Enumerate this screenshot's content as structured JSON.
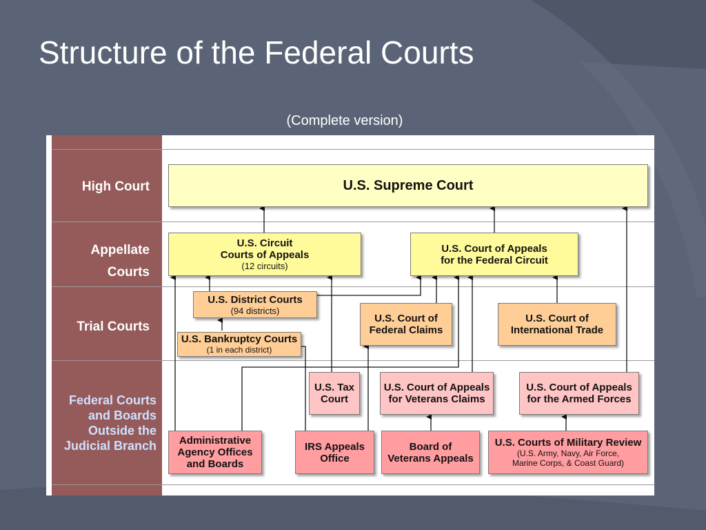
{
  "slide": {
    "title": "Structure of the Federal Courts",
    "subtitle": "(Complete version)"
  },
  "row_labels": {
    "high": "High Court",
    "appellate_1": "Appellate",
    "appellate_2": "Courts",
    "trial": "Trial Courts",
    "outside_1": "Federal Courts",
    "outside_2": "and Boards",
    "outside_3": "Outside the",
    "outside_4": "Judicial Branch"
  },
  "courts": {
    "supreme": {
      "title": "U.S. Supreme Court"
    },
    "circuit": {
      "title_1": "U.S. Circuit",
      "title_2": "Courts of Appeals",
      "note": "(12 circuits)"
    },
    "federal_circuit": {
      "title_1": "U.S. Court of Appeals",
      "title_2": "for the Federal Circuit"
    },
    "district": {
      "title": "U.S. District Courts",
      "note": "(94 districts)"
    },
    "bankruptcy": {
      "title": "U.S. Bankruptcy Courts",
      "note": "(1 in each district)"
    },
    "federal_claims": {
      "title_1": "U.S. Court of",
      "title_2": "Federal Claims"
    },
    "intl_trade": {
      "title_1": "U.S. Court of",
      "title_2": "International Trade"
    },
    "tax": {
      "title_1": "U.S. Tax",
      "title_2": "Court"
    },
    "veterans_claims": {
      "title_1": "U.S. Court of Appeals",
      "title_2": "for Veterans Claims"
    },
    "armed_forces": {
      "title_1": "U.S. Court of Appeals",
      "title_2": "for the Armed Forces"
    },
    "agency": {
      "title_1": "Administrative",
      "title_2": "Agency Offices",
      "title_3": "and Boards"
    },
    "irs": {
      "title_1": "IRS Appeals",
      "title_2": "Office"
    },
    "veterans_board": {
      "title_1": "Board of",
      "title_2": "Veterans Appeals"
    },
    "military_review": {
      "title": "U.S. Courts of Military Review",
      "note_1": "(U.S. Army, Navy, Air Force,",
      "note_2": "Marine Corps, & Coast Guard)"
    }
  },
  "colors": {
    "background": "#5b6477",
    "label_column": "#955a5a",
    "supreme": "#ffffc4",
    "appellate": "#fffb9a",
    "trial": "#ffce96",
    "outside_appellate": "#ffc4c4",
    "outside_lower": "#ff9da0",
    "outside_label_text": "#cfe0ff"
  }
}
